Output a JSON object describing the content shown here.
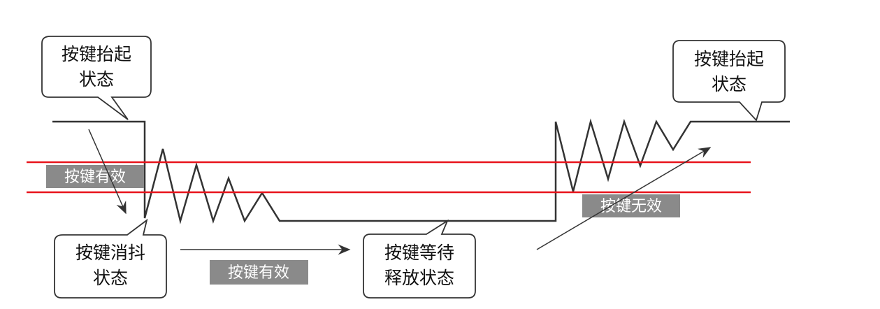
{
  "callouts": {
    "key_up_left": {
      "line1": "按键抬起",
      "line2": "状态"
    },
    "debounce": {
      "line1": "按键消抖",
      "line2": "状态"
    },
    "wait_release": {
      "line1": "按键等待",
      "line2": "释放状态"
    },
    "key_up_right": {
      "line1": "按键抬起",
      "line2": "状态"
    }
  },
  "tags": {
    "valid_left": "按键有效",
    "valid_bottom": "按键有效",
    "invalid": "按键无效"
  },
  "colors": {
    "threshold_line": "#e8141c",
    "waveform": "#333333",
    "tag_background": "#8a8a8a",
    "callout_border": "#333333"
  }
}
